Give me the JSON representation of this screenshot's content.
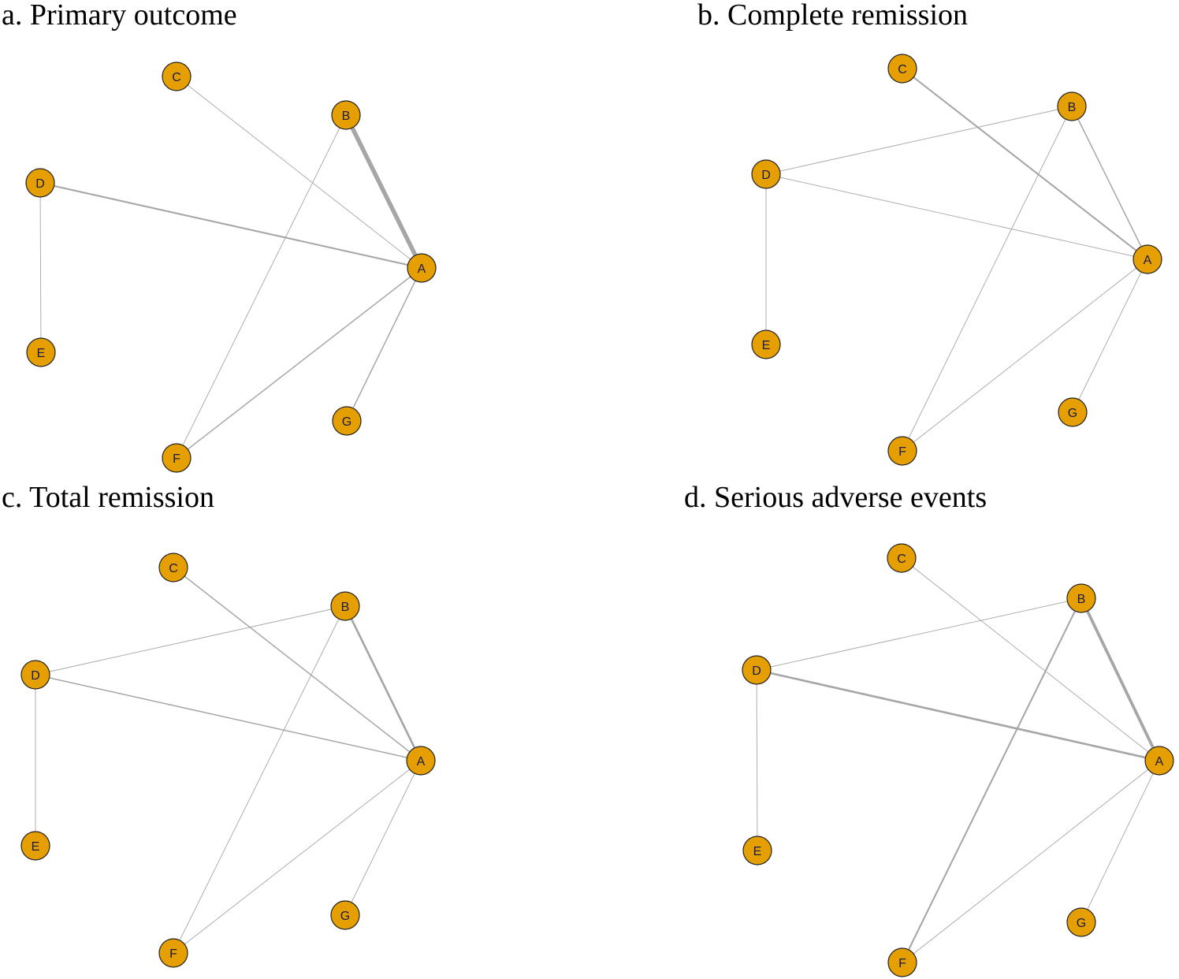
{
  "node_color": "#E69F00",
  "node_stroke": "#222222",
  "edge_color": "#A6A6A6",
  "panels": [
    {
      "id": "a",
      "title": "a. Primary outcome",
      "nodes": [
        "A",
        "B",
        "C",
        "D",
        "E",
        "F",
        "G"
      ],
      "edges": [
        {
          "from": "B",
          "to": "A",
          "weight": 5
        },
        {
          "from": "C",
          "to": "A",
          "weight": 1
        },
        {
          "from": "D",
          "to": "A",
          "weight": 2
        },
        {
          "from": "D",
          "to": "E",
          "weight": 1
        },
        {
          "from": "B",
          "to": "F",
          "weight": 1
        },
        {
          "from": "F",
          "to": "A",
          "weight": 1.5
        },
        {
          "from": "G",
          "to": "A",
          "weight": 1.5
        }
      ]
    },
    {
      "id": "b",
      "title": "b. Complete remission",
      "nodes": [
        "A",
        "B",
        "C",
        "D",
        "E",
        "F",
        "G"
      ],
      "edges": [
        {
          "from": "C",
          "to": "A",
          "weight": 2
        },
        {
          "from": "B",
          "to": "A",
          "weight": 1.5
        },
        {
          "from": "D",
          "to": "B",
          "weight": 1
        },
        {
          "from": "D",
          "to": "A",
          "weight": 1
        },
        {
          "from": "D",
          "to": "E",
          "weight": 1
        },
        {
          "from": "B",
          "to": "F",
          "weight": 1
        },
        {
          "from": "F",
          "to": "A",
          "weight": 1
        },
        {
          "from": "G",
          "to": "A",
          "weight": 1
        }
      ]
    },
    {
      "id": "c",
      "title": "c. Total remission",
      "nodes": [
        "A",
        "B",
        "C",
        "D",
        "E",
        "F",
        "G"
      ],
      "edges": [
        {
          "from": "C",
          "to": "A",
          "weight": 1.5
        },
        {
          "from": "B",
          "to": "A",
          "weight": 2.5
        },
        {
          "from": "D",
          "to": "B",
          "weight": 1
        },
        {
          "from": "D",
          "to": "A",
          "weight": 1.5
        },
        {
          "from": "D",
          "to": "E",
          "weight": 1
        },
        {
          "from": "B",
          "to": "F",
          "weight": 1
        },
        {
          "from": "F",
          "to": "A",
          "weight": 1
        },
        {
          "from": "G",
          "to": "A",
          "weight": 1
        }
      ]
    },
    {
      "id": "d",
      "title": "d. Serious adverse events",
      "nodes": [
        "A",
        "B",
        "C",
        "D",
        "E",
        "F",
        "G"
      ],
      "edges": [
        {
          "from": "C",
          "to": "A",
          "weight": 1
        },
        {
          "from": "B",
          "to": "A",
          "weight": 3.5
        },
        {
          "from": "D",
          "to": "B",
          "weight": 1
        },
        {
          "from": "D",
          "to": "A",
          "weight": 2.5
        },
        {
          "from": "D",
          "to": "E",
          "weight": 1
        },
        {
          "from": "B",
          "to": "F",
          "weight": 2
        },
        {
          "from": "F",
          "to": "A",
          "weight": 1
        },
        {
          "from": "G",
          "to": "A",
          "weight": 1
        }
      ]
    }
  ]
}
